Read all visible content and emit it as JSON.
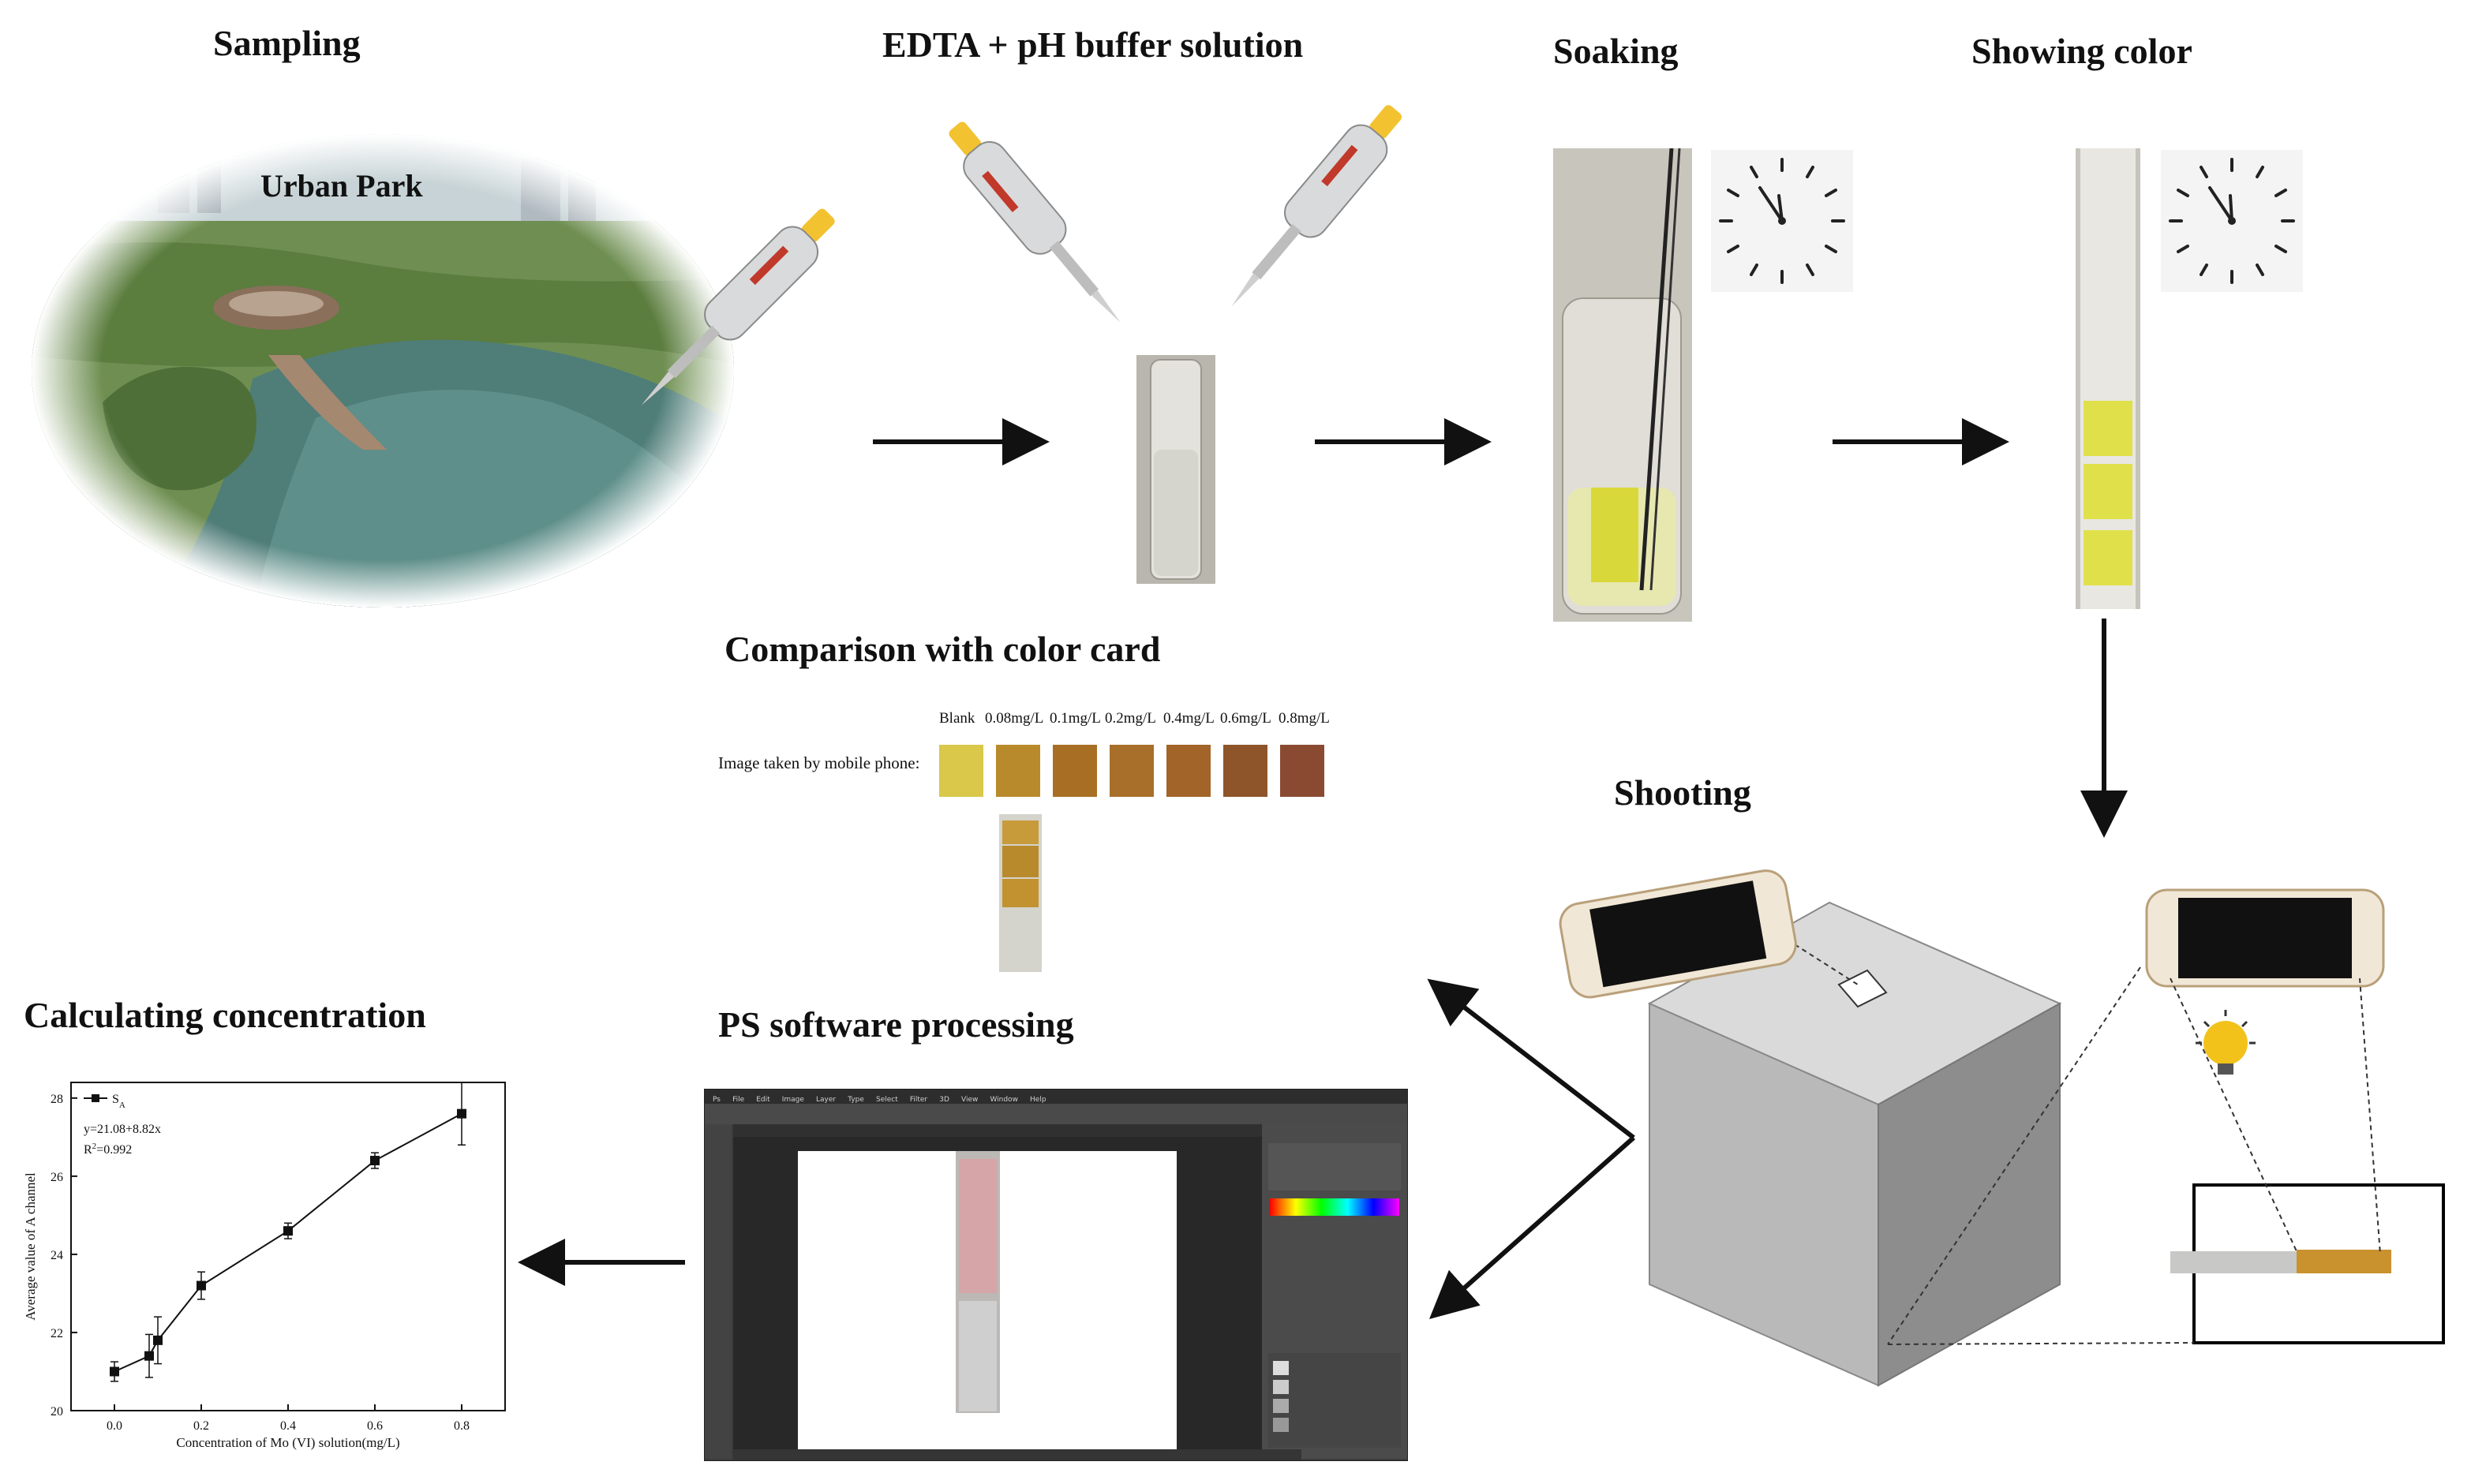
{
  "stages": {
    "sampling": "Sampling",
    "edta": "EDTA + pH buffer solution",
    "soaking": "Soaking",
    "showing_color": "Showing color",
    "comparison": "Comparison with color card",
    "shooting": "Shooting",
    "ps_processing": "PS software processing",
    "calculating": "Calculating concentration"
  },
  "park_label": "Urban Park",
  "color_card": {
    "row_label": "Image taken by mobile phone:",
    "headers": [
      "Blank",
      "0.08mg/L",
      "0.1mg/L",
      "0.2mg/L",
      "0.4mg/L",
      "0.6mg/L",
      "0.8mg/L"
    ],
    "swatch_colors": [
      "#d9c84a",
      "#b98a2c",
      "#a86f24",
      "#a86f2a",
      "#a26428",
      "#8e552b",
      "#8a4a32"
    ]
  },
  "ps_window": {
    "menu": [
      "Ps",
      "File",
      "Edit",
      "Image",
      "Layer",
      "Type",
      "Select",
      "Filter",
      "3D",
      "View",
      "Window",
      "Help"
    ]
  },
  "chart_data": {
    "type": "line",
    "title": "",
    "xlabel": "Concentration of Mo (VI) solution(mg/L)",
    "ylabel": "Average value of A channel",
    "xlim": [
      -0.1,
      0.9
    ],
    "ylim": [
      20,
      28.4
    ],
    "xticks": [
      "0.0",
      "0.2",
      "0.4",
      "0.6",
      "0.8"
    ],
    "yticks": [
      "20",
      "22",
      "24",
      "26",
      "28"
    ],
    "legend": "S",
    "legend_sub": "A",
    "annotation_eq": "y=21.08+8.82x",
    "annotation_r2_prefix": "R",
    "annotation_r2_sup": "2",
    "annotation_r2_suffix": "=0.992",
    "series": [
      {
        "name": "S_A",
        "x": [
          0.0,
          0.08,
          0.1,
          0.2,
          0.4,
          0.6,
          0.8
        ],
        "y": [
          21.0,
          21.4,
          21.8,
          23.2,
          24.6,
          26.4,
          27.6
        ],
        "err": [
          0.25,
          0.55,
          0.6,
          0.35,
          0.2,
          0.2,
          0.8
        ]
      }
    ],
    "legend_position": "top-left",
    "grid": false
  }
}
